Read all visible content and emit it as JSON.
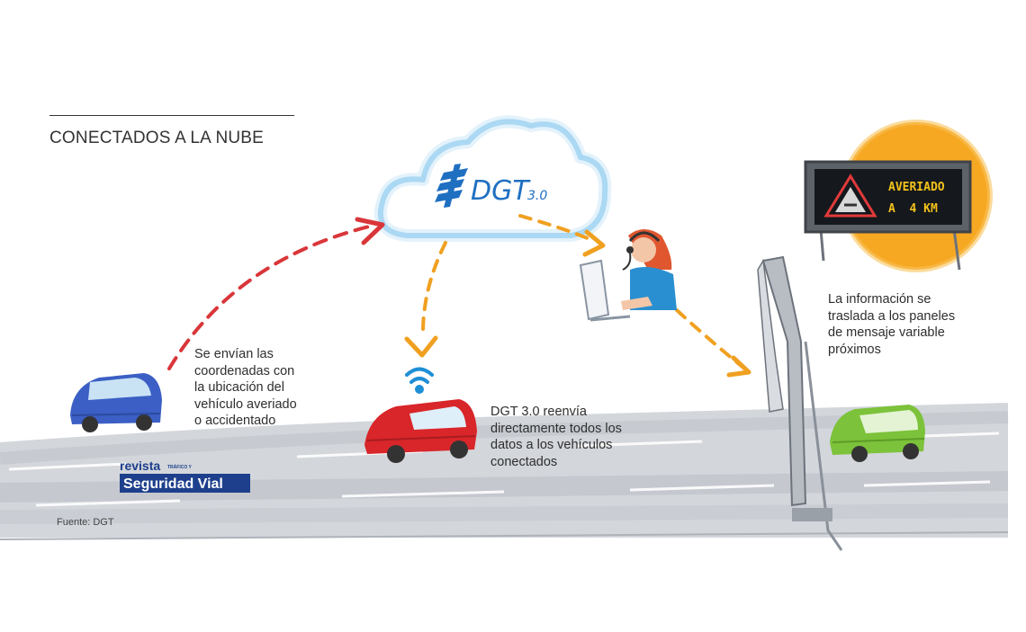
{
  "title": "CONECTADOS A LA NUBE",
  "cloud": {
    "logo_text": "DGT",
    "logo_version": "3.0"
  },
  "panel": {
    "line1": "AVERIADO",
    "line2": "A  4 KM"
  },
  "captions": {
    "send": "Se envían las\ncoordenadas con\nla ubicación del\nvehículo averiado\no accidentado",
    "forward": "DGT 3.0 reenvía\ndirectamente todos los\ndatos a los vehículos\nconectados",
    "panel": "La información se\ntraslada a los paneles\nde mensaje variable\npróximos"
  },
  "brand": {
    "line1": "revista",
    "line2": "Seguridad Vial",
    "small": "TRÁFICO Y"
  },
  "source": "Fuente: DGT",
  "colors": {
    "send_arrow": "#d9363a",
    "cloud_arrow": "#f0a020",
    "cloud_outline": "#7fc3ea",
    "logo_blue": "#1f6fc1",
    "car_blue": "#3b5fc4",
    "car_red": "#d8262a",
    "car_green": "#7cc23a",
    "sun": "#f7a823",
    "road": "#c9cdd3"
  }
}
